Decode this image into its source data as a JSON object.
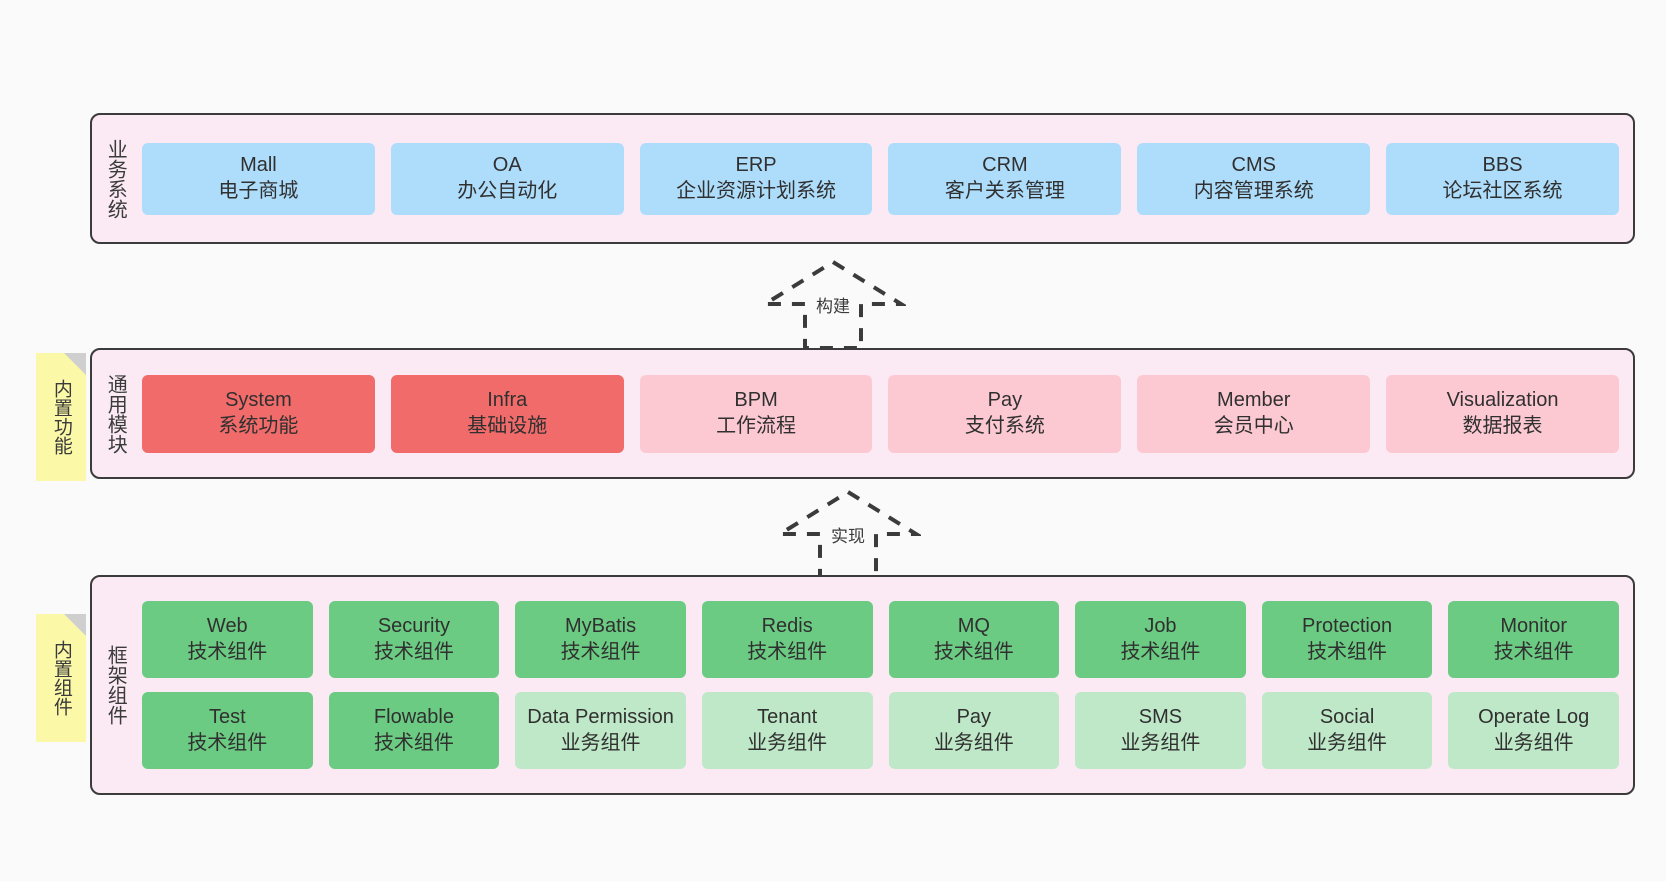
{
  "diagram": {
    "title": "",
    "colors": {
      "canvas_bg": "#fafafa",
      "layer_bg": "#fbeaf4",
      "layer_border": "#3b3b3b",
      "business_box": "#aeddfb",
      "core_module_box": "#f26b6b",
      "module_box": "#fcc9d2",
      "tech_component_box": "#6bcb82",
      "biz_component_box": "#bfe8c8",
      "note_bg": "#fbf8a8",
      "note_fold": "#cfcfcf"
    }
  },
  "layers": [
    {
      "id": "business",
      "label": "业务系统",
      "rows": [
        {
          "boxes": [
            {
              "title": "Mall",
              "sub": "电子商城",
              "style": "box-blue"
            },
            {
              "title": "OA",
              "sub": "办公自动化",
              "style": "box-blue"
            },
            {
              "title": "ERP",
              "sub": "企业资源计划系统",
              "style": "box-blue"
            },
            {
              "title": "CRM",
              "sub": "客户关系管理",
              "style": "box-blue"
            },
            {
              "title": "CMS",
              "sub": "内容管理系统",
              "style": "box-blue"
            },
            {
              "title": "BBS",
              "sub": "论坛社区系统",
              "style": "box-blue"
            }
          ]
        }
      ]
    },
    {
      "id": "common",
      "label": "通用模块",
      "rows": [
        {
          "boxes": [
            {
              "title": "System",
              "sub": "系统功能",
              "style": "box-red"
            },
            {
              "title": "Infra",
              "sub": "基础设施",
              "style": "box-red"
            },
            {
              "title": "BPM",
              "sub": "工作流程",
              "style": "box-pink"
            },
            {
              "title": "Pay",
              "sub": "支付系统",
              "style": "box-pink"
            },
            {
              "title": "Member",
              "sub": "会员中心",
              "style": "box-pink"
            },
            {
              "title": "Visualization",
              "sub": "数据报表",
              "style": "box-pink"
            }
          ]
        }
      ]
    },
    {
      "id": "framework",
      "label": "框架组件",
      "rows": [
        {
          "boxes": [
            {
              "title": "Web",
              "sub": "技术组件",
              "style": "box-green"
            },
            {
              "title": "Security",
              "sub": "技术组件",
              "style": "box-green"
            },
            {
              "title": "MyBatis",
              "sub": "技术组件",
              "style": "box-green"
            },
            {
              "title": "Redis",
              "sub": "技术组件",
              "style": "box-green"
            },
            {
              "title": "MQ",
              "sub": "技术组件",
              "style": "box-green"
            },
            {
              "title": "Job",
              "sub": "技术组件",
              "style": "box-green"
            },
            {
              "title": "Protection",
              "sub": "技术组件",
              "style": "box-green"
            },
            {
              "title": "Monitor",
              "sub": "技术组件",
              "style": "box-green"
            }
          ]
        },
        {
          "boxes": [
            {
              "title": "Test",
              "sub": "技术组件",
              "style": "box-green"
            },
            {
              "title": "Flowable",
              "sub": "技术组件",
              "style": "box-green"
            },
            {
              "title": "Data Permission",
              "sub": "业务组件",
              "style": "box-lgreen"
            },
            {
              "title": "Tenant",
              "sub": "业务组件",
              "style": "box-lgreen"
            },
            {
              "title": "Pay",
              "sub": "业务组件",
              "style": "box-lgreen"
            },
            {
              "title": "SMS",
              "sub": "业务组件",
              "style": "box-lgreen"
            },
            {
              "title": "Social",
              "sub": "业务组件",
              "style": "box-lgreen"
            },
            {
              "title": "Operate Log",
              "sub": "业务组件",
              "style": "box-lgreen"
            }
          ]
        }
      ]
    }
  ],
  "notes": [
    {
      "id": "functions",
      "label": "内置功能"
    },
    {
      "id": "components",
      "label": "内置组件"
    }
  ],
  "connectors": [
    {
      "id": "build",
      "label": "构建",
      "from": "common",
      "to": "business",
      "style": "dashed-generalization"
    },
    {
      "id": "implement",
      "label": "实现",
      "from": "framework",
      "to": "common",
      "style": "dashed-generalization"
    }
  ]
}
